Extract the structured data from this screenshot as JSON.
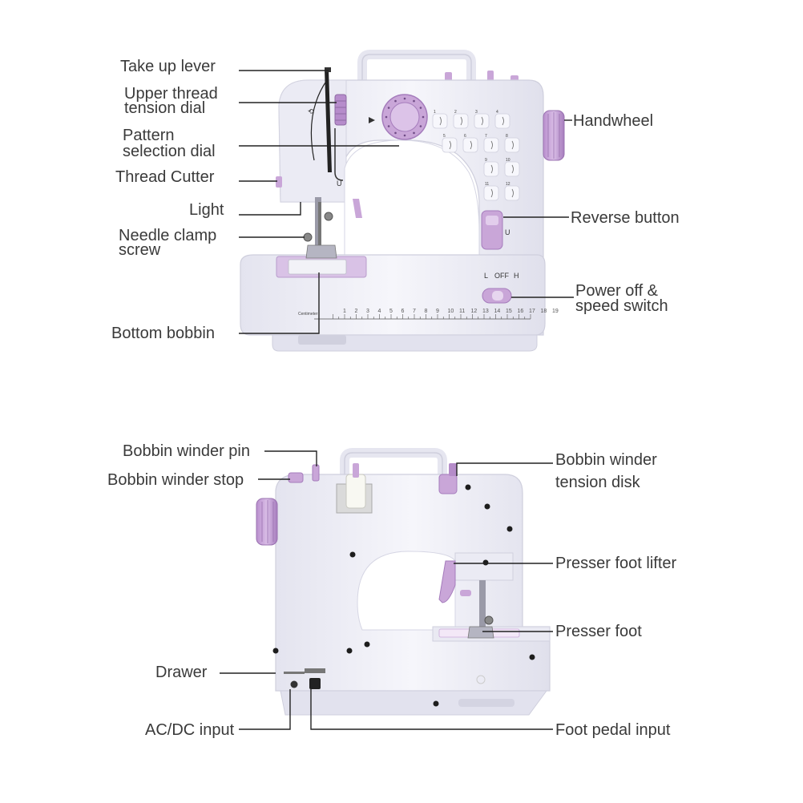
{
  "front_labels": {
    "take_up_lever": "Take up lever",
    "upper_thread_1": "Upper thread",
    "upper_thread_2": "tension dial",
    "pattern_1": "Pattern",
    "pattern_2": "selection dial",
    "thread_cutter": "Thread Cutter",
    "light": "Light",
    "needle_clamp_1": "Needle clamp",
    "needle_clamp_2": "screw",
    "bottom_bobbin": "Bottom bobbin",
    "handwheel": "Handwheel",
    "reverse_button": "Reverse button",
    "power_1": "Power off &",
    "power_2": "speed switch"
  },
  "back_labels": {
    "bobbin_winder_pin": "Bobbin winder pin",
    "bobbin_winder_stop": "Bobbin winder stop",
    "tension_disk_1": "Bobbin winder",
    "tension_disk_2": "tension disk",
    "presser_foot_lifter": "Presser foot lifter",
    "presser_foot": "Presser foot",
    "drawer": "Drawer",
    "ac_dc_input": "AC/DC input",
    "foot_pedal_input": "Foot pedal input"
  },
  "switch_labels": {
    "l": "L",
    "off": "OFF",
    "h": "H"
  },
  "pattern_numbers": [
    "1",
    "2",
    "3",
    "4",
    "5",
    "6",
    "7",
    "8",
    "9",
    "10",
    "11",
    "12"
  ],
  "ruler": {
    "numbers": [
      "1",
      "2",
      "3",
      "4",
      "5",
      "6",
      "7",
      "8",
      "9",
      "10",
      "11",
      "12",
      "13",
      "14",
      "15",
      "16",
      "17",
      "18",
      "19"
    ],
    "first_label": "Centimeter"
  },
  "colors": {
    "body": "#eeeef6",
    "body_shade": "#dcdcea",
    "accent": "#c9a6d8",
    "accent_dark": "#a57cbc",
    "leader": "#222222",
    "text": "#3a3a3a"
  }
}
